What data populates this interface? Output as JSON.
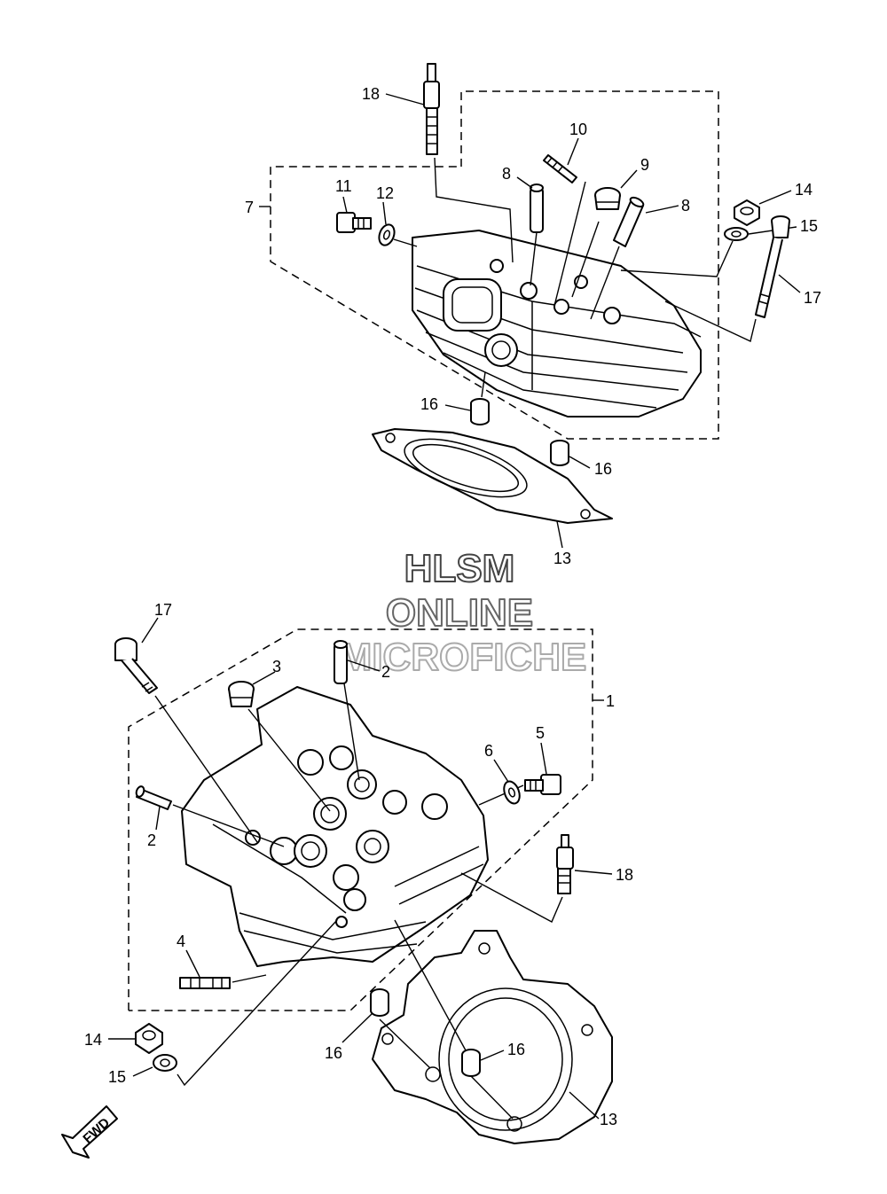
{
  "watermark": {
    "line1": "HLSM",
    "line2": "ONLINE",
    "line3": "MICROFICHE"
  },
  "direction_marker": {
    "label": "FWD",
    "icon": "forward-arrow-icon"
  },
  "callouts_rear_head": {
    "c18": "18",
    "c10": "10",
    "c8a": "8",
    "c9": "9",
    "c8b": "8",
    "c11": "11",
    "c12": "12",
    "c7": "7",
    "c14": "14",
    "c15": "15",
    "c17": "17",
    "c16a": "16",
    "c16b": "16",
    "c13": "13"
  },
  "callouts_front_head": {
    "c17": "17",
    "c3": "3",
    "c2a": "2",
    "c1": "1",
    "c5": "5",
    "c6": "6",
    "c2b": "2",
    "c18": "18",
    "c4": "4",
    "c14": "14",
    "c15": "15",
    "c16a": "16",
    "c16b": "16",
    "c13": "13"
  }
}
